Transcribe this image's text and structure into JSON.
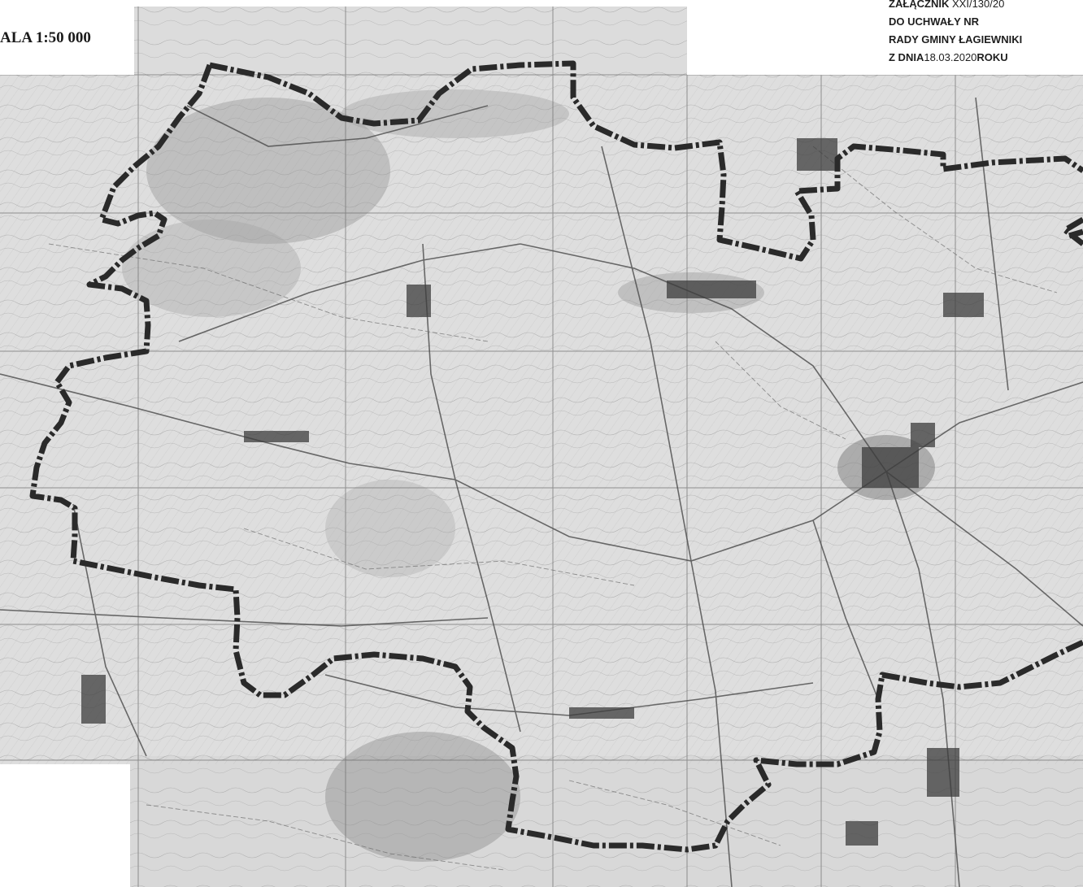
{
  "header": {
    "scale": "ALA 1:50 000",
    "annex": {
      "line1_bold": "ZAŁĄCZNIK",
      "line1_number": " XXI/130/20",
      "line2": "DO UCHWAŁY NR",
      "line3": "RADY GMINY ŁAGIEWNIKI",
      "line4_prefix": "Z DNIA",
      "line4_date": "18.03.2020",
      "line4_suffix": "ROKU"
    }
  },
  "map": {
    "style": "grayscale topographic scan",
    "boundary_color": "#2a2a2a",
    "paper_color": "#ffffff",
    "map_tone_light": "#d9d9d9",
    "map_tone_dark": "#8c8c8c"
  }
}
